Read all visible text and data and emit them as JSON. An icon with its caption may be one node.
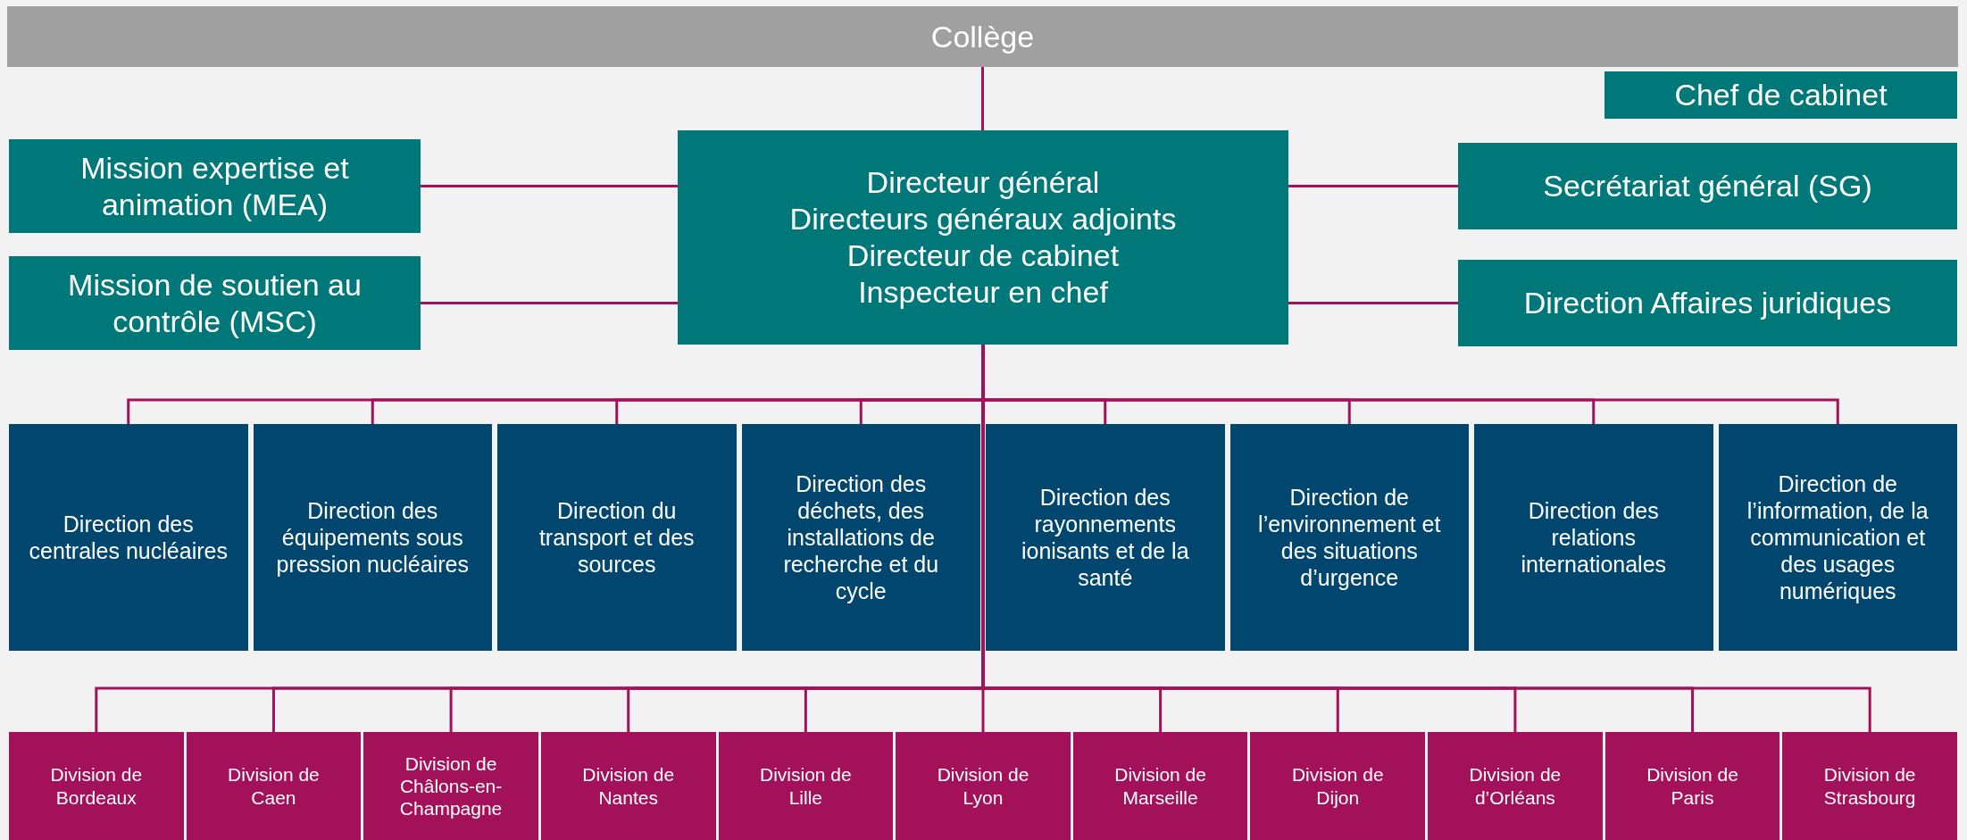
{
  "diagram": {
    "nodes": [
      {
        "text": [
          "Collège"
        ]
      },
      {
        "text": [
          "Chef de cabinet"
        ]
      },
      {
        "text": [
          "Mission expertise et animation (MEA)"
        ]
      },
      {
        "text": [
          "Mission de soutien au contrôle (MSC)"
        ]
      },
      {
        "text": [
          "Directeur général",
          "Directeurs généraux adjoints",
          "Directeur de cabinet",
          "Inspecteur en chef"
        ]
      },
      {
        "text": [
          "Secrétariat général (SG)"
        ]
      },
      {
        "text": [
          "Direction Affaires juridiques"
        ]
      },
      {
        "text": [
          "Direction des centrales nucléaires"
        ]
      },
      {
        "text": [
          "Direction des équipements sous pression nucléaires"
        ]
      },
      {
        "text": [
          "Direction du transport et des sources"
        ]
      },
      {
        "text": [
          "Direction des déchets, des installations de recherche et du cycle"
        ]
      },
      {
        "text": [
          "Direction des rayonnements ionisants et de la santé"
        ]
      },
      {
        "text": [
          "Direction de l’environnement et des situations d’urgence"
        ]
      },
      {
        "text": [
          "Direction des relations internationales"
        ]
      },
      {
        "text": [
          "Direction de l’information, de la communication et des usages numériques"
        ]
      },
      {
        "text": [
          "Division de Bordeaux"
        ]
      },
      {
        "text": [
          "Division de Caen"
        ]
      },
      {
        "text": [
          "Division de Châlons-en-Champagne"
        ]
      },
      {
        "text": [
          "Division de Nantes"
        ]
      },
      {
        "text": [
          "Division de Lille"
        ]
      },
      {
        "text": [
          "Division de Lyon"
        ]
      },
      {
        "text": [
          "Division de Marseille"
        ]
      },
      {
        "text": [
          "Division de Dijon"
        ]
      },
      {
        "text": [
          "Division de d’Orléans"
        ]
      },
      {
        "text": [
          "Division de Paris"
        ]
      },
      {
        "text": [
          "Division de Strasbourg"
        ]
      }
    ],
    "edges": [
      {
        "from": 0,
        "to": 4,
        "arrow": "none"
      },
      {
        "from": 4,
        "to": 2,
        "arrow": "none"
      },
      {
        "from": 4,
        "to": 3,
        "arrow": "none"
      },
      {
        "from": 4,
        "to": 5,
        "arrow": "none"
      },
      {
        "from": 4,
        "to": 6,
        "arrow": "none"
      },
      {
        "from": 4,
        "to": 7,
        "arrow": "none"
      },
      {
        "from": 4,
        "to": 8,
        "arrow": "none"
      },
      {
        "from": 4,
        "to": 9,
        "arrow": "none"
      },
      {
        "from": 4,
        "to": 10,
        "arrow": "none"
      },
      {
        "from": 4,
        "to": 11,
        "arrow": "none"
      },
      {
        "from": 4,
        "to": 12,
        "arrow": "none"
      },
      {
        "from": 4,
        "to": 13,
        "arrow": "none"
      },
      {
        "from": 4,
        "to": 14,
        "arrow": "none"
      },
      {
        "from": 4,
        "to": 15,
        "arrow": "none"
      },
      {
        "from": 4,
        "to": 16,
        "arrow": "none"
      },
      {
        "from": 4,
        "to": 17,
        "arrow": "none"
      },
      {
        "from": 4,
        "to": 18,
        "arrow": "none"
      },
      {
        "from": 4,
        "to": 19,
        "arrow": "none"
      },
      {
        "from": 4,
        "to": 20,
        "arrow": "none"
      },
      {
        "from": 4,
        "to": 21,
        "arrow": "none"
      },
      {
        "from": 4,
        "to": 22,
        "arrow": "none"
      },
      {
        "from": 4,
        "to": 23,
        "arrow": "none"
      },
      {
        "from": 4,
        "to": 24,
        "arrow": "none"
      },
      {
        "from": 4,
        "to": 25,
        "arrow": "none"
      }
    ]
  }
}
